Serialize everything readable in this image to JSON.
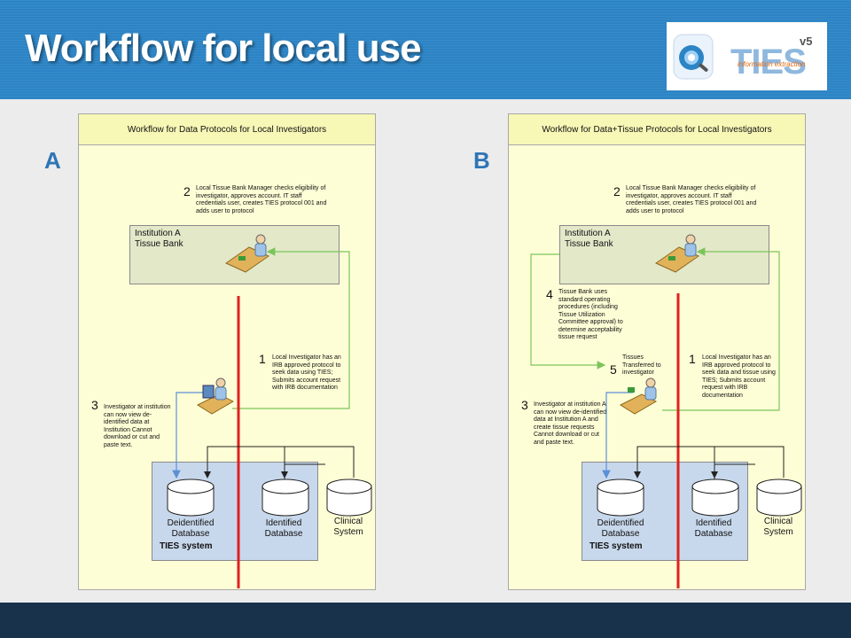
{
  "title": "Workflow for local use",
  "logo": {
    "text": "TIES",
    "version": "v5",
    "tagline": "information extraction"
  },
  "panel_a": {
    "letter": "A",
    "heading": "Workflow for Data Protocols for Local Investigators",
    "institution": "Institution A\nTissue Bank",
    "step2_num": "2",
    "step2": "Local Tissue Bank Manager checks eligibility of investigator, approves account. IT staff credentials user, creates TIES protocol 001 and adds user to protocol",
    "step1_num": "1",
    "step1": "Local Investigator has an IRB approved protocol to seek data using TIES; Submits account request with IRB documentation",
    "step3_num": "3",
    "step3": "Investigator at institution can now view de-identified data at Institution  Cannot download or cut and paste text.",
    "ties_label": "TIES system",
    "deid_db": "Deidentified\nDatabase",
    "ident_db": "Identified\nDatabase",
    "clinical": "Clinical\nSystem"
  },
  "panel_b": {
    "letter": "B",
    "heading": "Workflow for Data+Tissue Protocols for Local Investigators",
    "institution": "Institution A\nTissue Bank",
    "step2_num": "2",
    "step2": "Local Tissue Bank Manager checks eligibility of investigator, approves account. IT staff credentials user, creates TIES protocol 001 and adds user to protocol",
    "step4_num": "4",
    "step4": "Tissue Bank uses standard operating procedures (including Tissue Utilization Committee approval) to determine acceptability tissue request",
    "step5_num": "5",
    "step5": "Tissues Transferred to investigator",
    "step1_num": "1",
    "step1": "Local Investigator has an IRB approved protocol to seek data and tissue using TIES; Submits account request with IRB documentation",
    "step3_num": "3",
    "step3": "Investigator at institution A can now view de-identified data at Institution A and create tissue requests  Cannot download or cut and paste text.",
    "ties_label": "TIES system",
    "deid_db": "Deidentified\nDatabase",
    "ident_db": "Identified\nDatabase",
    "clinical": "Clinical\nSystem"
  },
  "colors": {
    "header": "#2c84c5",
    "footer": "#17324a",
    "red_line": "#e02020",
    "green_arrow": "#7cc45a",
    "blue_arrow": "#5b8fd6"
  }
}
